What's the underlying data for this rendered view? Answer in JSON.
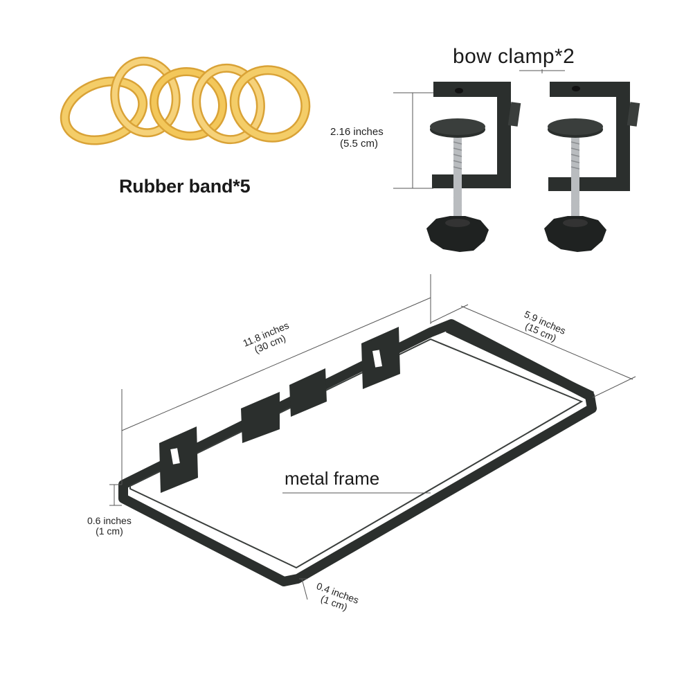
{
  "labels": {
    "rubber_band": "Rubber band*5",
    "bow_clamp": "bow clamp*2",
    "metal_frame": "metal frame"
  },
  "dimensions": {
    "clamp_opening": {
      "imperial": "2.16 inches",
      "metric": "(5.5 cm)"
    },
    "frame_length": {
      "imperial": "11.8 inches",
      "metric": "(30 cm)"
    },
    "frame_width": {
      "imperial": "5.9 inches",
      "metric": "(15 cm)"
    },
    "frame_height": {
      "imperial": "0.6 inches",
      "metric": "(1 cm)"
    },
    "frame_thickness": {
      "imperial": "0.4 inches",
      "metric": "(1 cm)"
    }
  },
  "colors": {
    "rubber_band": "#f3c75a",
    "rubber_band_shadow": "#d9a236",
    "metal": "#2b2f2d",
    "bolt": "#b9bcbf",
    "dimension_line": "#555555"
  }
}
